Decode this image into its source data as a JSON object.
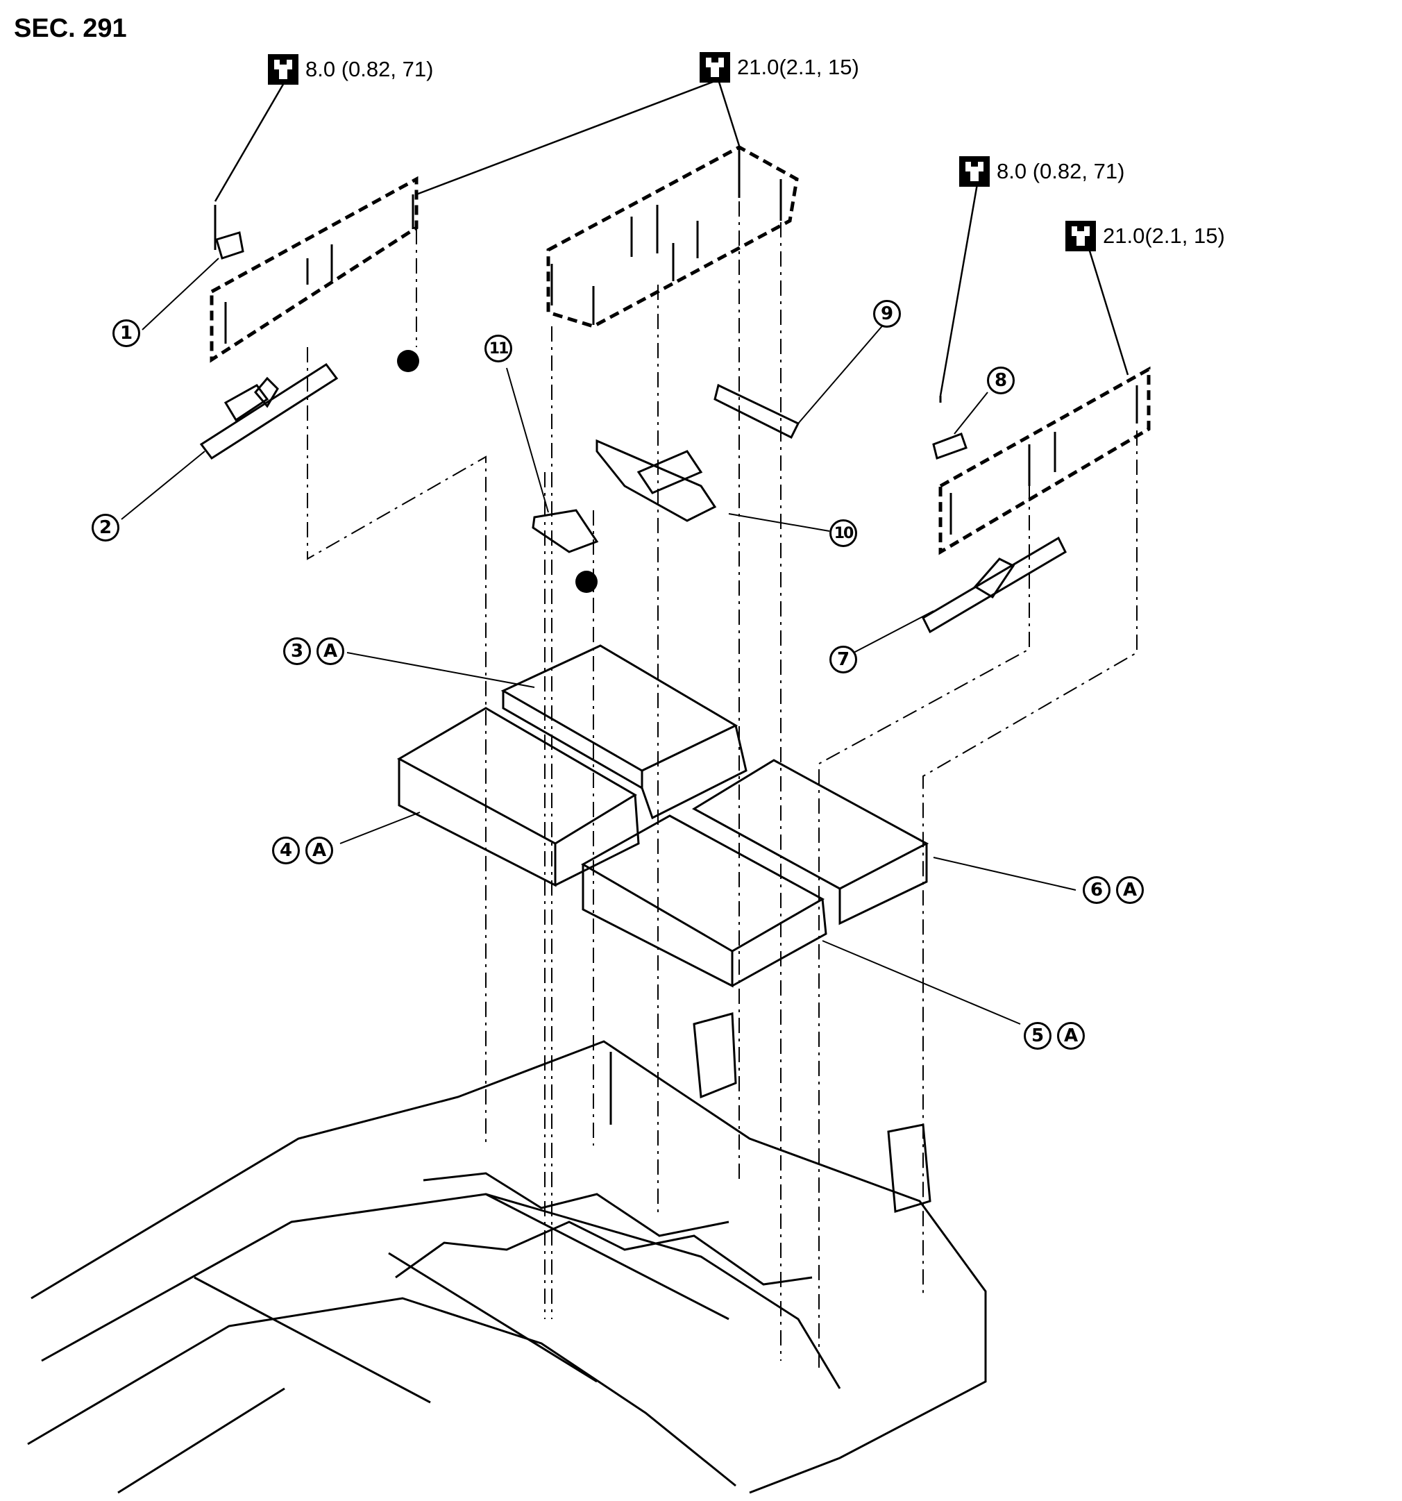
{
  "section": "SEC. 291",
  "torques": [
    {
      "text": "8.0 (0.82, 71)",
      "icon": "torque-wrench-icon"
    },
    {
      "text": "21.0(2.1, 15)",
      "icon": "torque-wrench-icon"
    },
    {
      "text": "8.0 (0.82, 71)",
      "icon": "torque-wrench-icon"
    },
    {
      "text": "21.0(2.1, 15)",
      "icon": "torque-wrench-icon"
    }
  ],
  "parts": {
    "p1": "1",
    "p2": "2",
    "p3": "3",
    "p4": "4",
    "p5": "5",
    "p6": "6",
    "p7": "7",
    "p8": "8",
    "p9": "9",
    "p10": "10",
    "p11": "11"
  },
  "ref": "A"
}
